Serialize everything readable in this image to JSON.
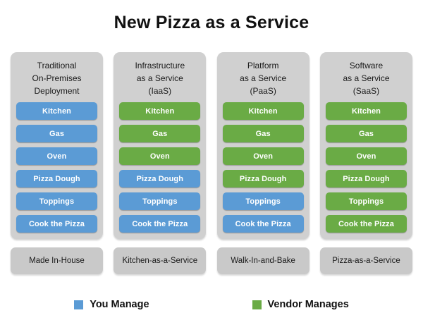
{
  "title": "New Pizza as a Service",
  "colors": {
    "you_manage": "#5b9bd5",
    "vendor_manages": "#6aab45",
    "card_background": "#d0d0d0",
    "footer_background": "#c9c9c9",
    "page_background": "#ffffff",
    "text": "#111111"
  },
  "columns": [
    {
      "title": "Traditional\nOn-Premises\nDeployment",
      "layers": [
        {
          "label": "Kitchen",
          "owner": "you"
        },
        {
          "label": "Gas",
          "owner": "you"
        },
        {
          "label": "Oven",
          "owner": "you"
        },
        {
          "label": "Pizza Dough",
          "owner": "you"
        },
        {
          "label": "Toppings",
          "owner": "you"
        },
        {
          "label": "Cook the Pizza",
          "owner": "you"
        }
      ],
      "footer": "Made In-House"
    },
    {
      "title": "Infrastructure\nas a Service\n(IaaS)",
      "layers": [
        {
          "label": "Kitchen",
          "owner": "vendor"
        },
        {
          "label": "Gas",
          "owner": "vendor"
        },
        {
          "label": "Oven",
          "owner": "vendor"
        },
        {
          "label": "Pizza Dough",
          "owner": "you"
        },
        {
          "label": "Toppings",
          "owner": "you"
        },
        {
          "label": "Cook the Pizza",
          "owner": "you"
        }
      ],
      "footer": "Kitchen-as-a-Service"
    },
    {
      "title": "Platform\nas a Service\n(PaaS)",
      "layers": [
        {
          "label": "Kitchen",
          "owner": "vendor"
        },
        {
          "label": "Gas",
          "owner": "vendor"
        },
        {
          "label": "Oven",
          "owner": "vendor"
        },
        {
          "label": "Pizza Dough",
          "owner": "vendor"
        },
        {
          "label": "Toppings",
          "owner": "you"
        },
        {
          "label": "Cook the Pizza",
          "owner": "you"
        }
      ],
      "footer": "Walk-In-and-Bake"
    },
    {
      "title": "Software\nas a Service\n(SaaS)",
      "layers": [
        {
          "label": "Kitchen",
          "owner": "vendor"
        },
        {
          "label": "Gas",
          "owner": "vendor"
        },
        {
          "label": "Oven",
          "owner": "vendor"
        },
        {
          "label": "Pizza Dough",
          "owner": "vendor"
        },
        {
          "label": "Toppings",
          "owner": "vendor"
        },
        {
          "label": "Cook the Pizza",
          "owner": "vendor"
        }
      ],
      "footer": "Pizza-as-a-Service"
    }
  ],
  "legend": [
    {
      "label": "You Manage",
      "owner": "you"
    },
    {
      "label": "Vendor Manages",
      "owner": "vendor"
    }
  ]
}
